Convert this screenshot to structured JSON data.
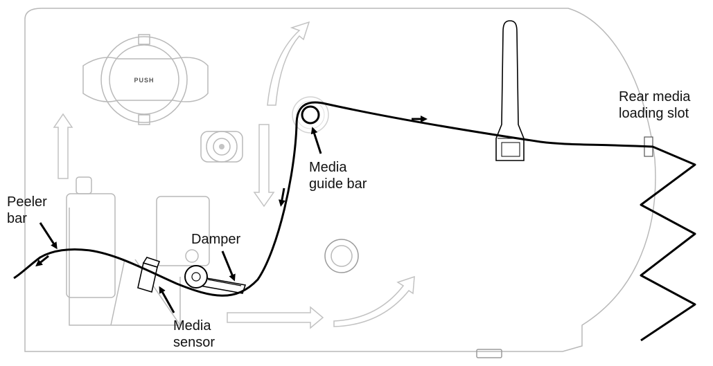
{
  "labels": {
    "rear_media_loading_slot": [
      "Rear media",
      "loading slot"
    ],
    "media_guide_bar": [
      "Media",
      "guide bar"
    ],
    "peeler_bar": [
      "Peeler",
      "bar"
    ],
    "damper": [
      "Damper"
    ],
    "media_sensor": [
      "Media",
      "sensor"
    ],
    "push_button": "PUSH"
  },
  "colors": {
    "media_path": "#000000",
    "printer_outline": "#b9b9b9",
    "flow_arrows": "#c2c2c2"
  }
}
